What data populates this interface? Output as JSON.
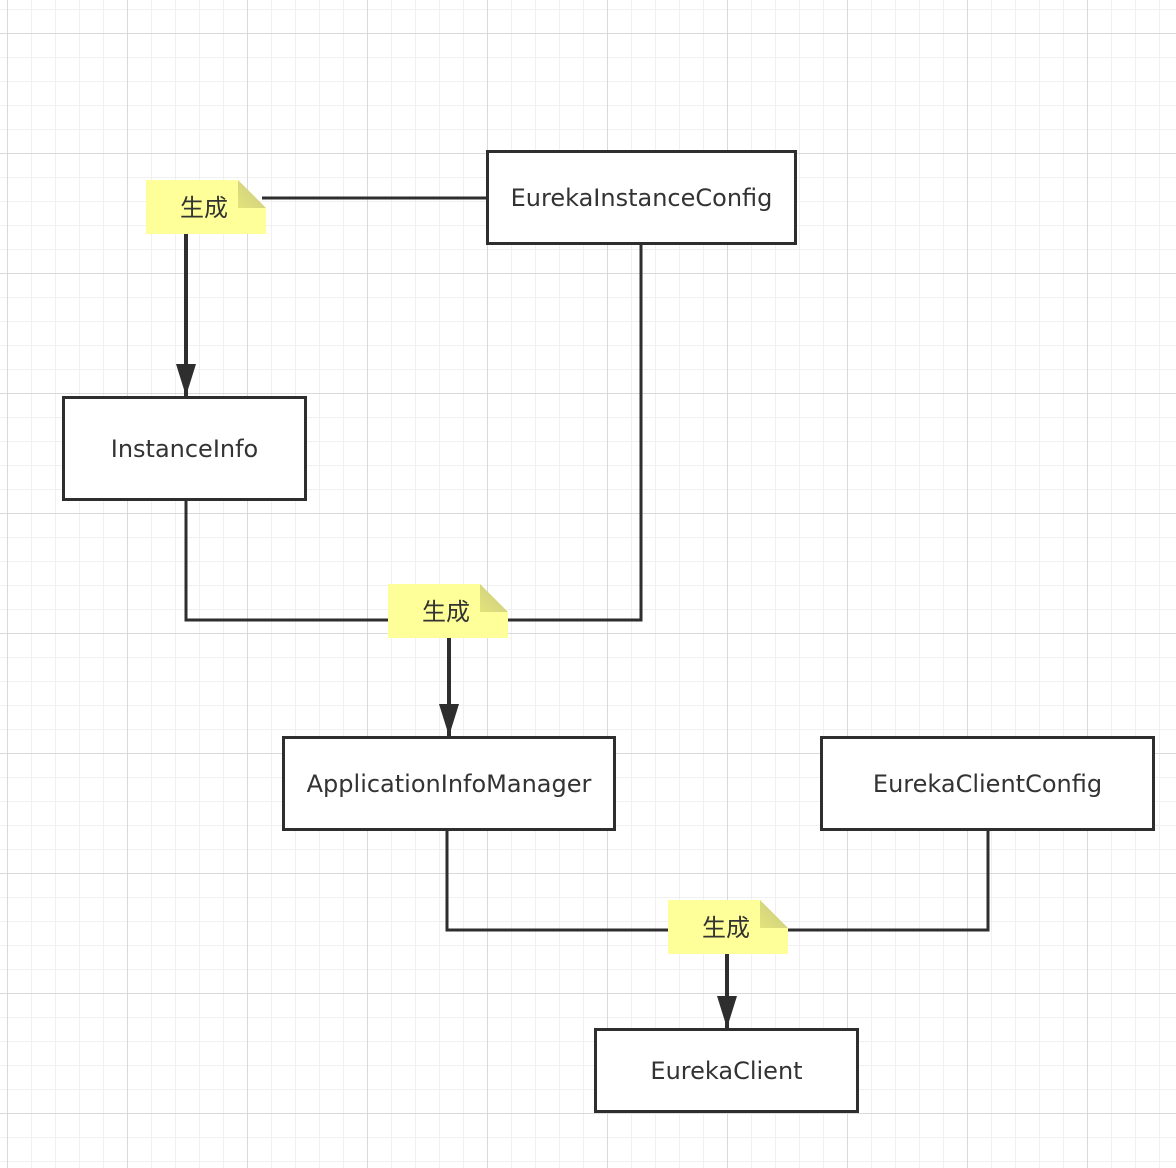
{
  "nodes": {
    "eureka_instance_config": "EurekaInstanceConfig",
    "instance_info": "InstanceInfo",
    "application_info_manager": "ApplicationInfoManager",
    "eureka_client_config": "EurekaClientConfig",
    "eureka_client": "EurekaClient"
  },
  "notes": {
    "note_1": "生成",
    "note_2": "生成",
    "note_3": "生成"
  },
  "colors": {
    "line": "#2e2e2e",
    "note_fill": "#ffff99",
    "grid": "#d9d9d9"
  }
}
